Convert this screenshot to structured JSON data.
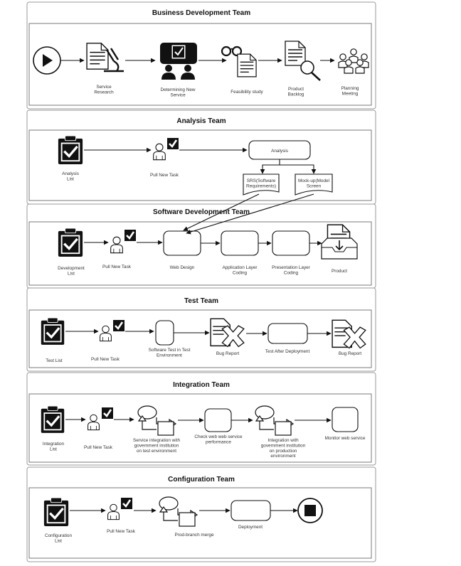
{
  "lanes": [
    {
      "title": "Business Development Team"
    },
    {
      "title": "Analysis Team"
    },
    {
      "title": "Software Development Team"
    },
    {
      "title": "Test Team"
    },
    {
      "title": "Integration Team"
    },
    {
      "title": "Configuration Team"
    }
  ],
  "business": {
    "service_research": [
      "Service",
      "Research"
    ],
    "determining": [
      "Determining New",
      "Service"
    ],
    "feasibility": [
      "Feasibility study"
    ],
    "backlog": [
      "Product",
      "Backlog"
    ],
    "planning": [
      "Planning",
      "Meeting"
    ]
  },
  "analysis": {
    "list": [
      "Analysis",
      "List"
    ],
    "pull": [
      "Pull New Task"
    ],
    "analysis": "Analysis",
    "srs": [
      "SRS(Software",
      "Requirements)"
    ],
    "mockup": [
      "Mock-up(Model",
      "Screen"
    ]
  },
  "softdev": {
    "list": [
      "Development",
      "List"
    ],
    "pull": [
      "Pull New Task"
    ],
    "web": [
      "Web Design"
    ],
    "app": [
      "Application Layer",
      "Coding"
    ],
    "pres": [
      "Presentation Layer",
      "Coding"
    ],
    "product": [
      "Product"
    ]
  },
  "test": {
    "list": [
      "Test List"
    ],
    "pull": [
      "Pull New Task"
    ],
    "swtest": [
      "Software Test in Test",
      "Environment"
    ],
    "bug1": [
      "Bug Report"
    ],
    "after": [
      "Test After Deployment"
    ],
    "bug2": [
      "Bug Report"
    ]
  },
  "integration": {
    "list": [
      "Integration",
      "List"
    ],
    "pull": [
      "Pull New Task"
    ],
    "svc": [
      "Service integration with",
      "government institution",
      "on test environment"
    ],
    "check": [
      "Check web web service",
      "performance"
    ],
    "prod": [
      "Integration with",
      "government institution",
      "on production",
      "environment"
    ],
    "monitor": [
      "Monitor web service"
    ]
  },
  "config": {
    "list": [
      "Configuration",
      "List"
    ],
    "pull": [
      "Pull New Task"
    ],
    "merge": [
      "Prod-branch merge"
    ],
    "deploy": [
      "Deployment"
    ]
  }
}
